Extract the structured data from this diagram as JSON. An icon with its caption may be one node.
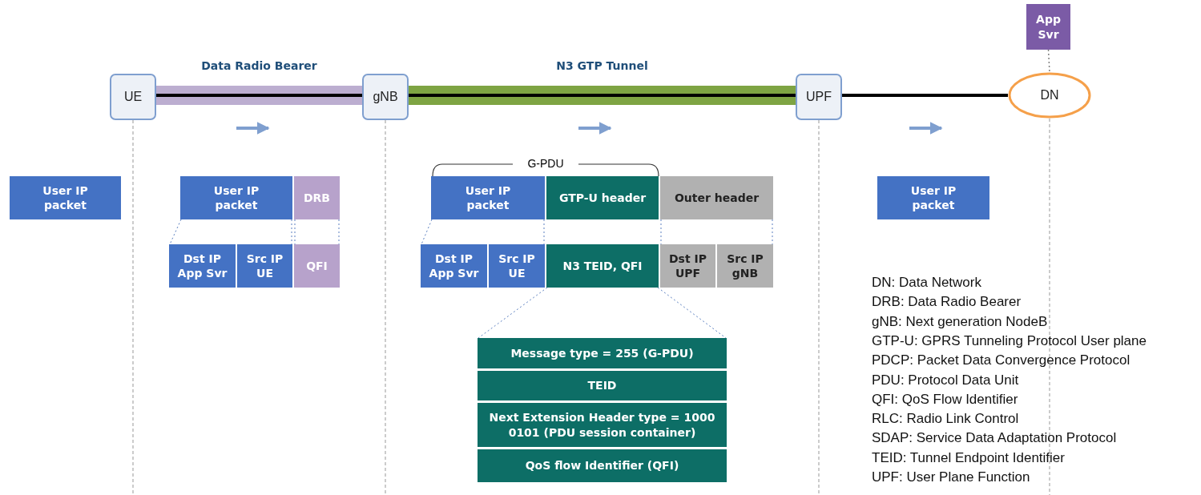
{
  "diagram": {
    "nodes": [
      {
        "text": [
          "UE"
        ]
      },
      {
        "text": [
          "gNB"
        ]
      },
      {
        "text": [
          "UPF"
        ]
      },
      {
        "text": [
          "DN"
        ]
      },
      {
        "text": [
          "App Svr"
        ]
      },
      {
        "text": [
          "User IP packet"
        ]
      },
      {
        "text": [
          "User IP packet"
        ]
      },
      {
        "text": [
          "DRB"
        ]
      },
      {
        "text": [
          "Dst IP App Svr"
        ]
      },
      {
        "text": [
          "Src IP UE"
        ]
      },
      {
        "text": [
          "QFI"
        ]
      },
      {
        "text": [
          "User IP packet"
        ]
      },
      {
        "text": [
          "GTP-U header"
        ]
      },
      {
        "text": [
          "Outer header"
        ]
      },
      {
        "text": [
          "Dst IP App Svr"
        ]
      },
      {
        "text": [
          "Src IP UE"
        ]
      },
      {
        "text": [
          "N3 TEID, QFI"
        ]
      },
      {
        "text": [
          "Dst IP UPF"
        ]
      },
      {
        "text": [
          "Src IP gNB"
        ]
      },
      {
        "text": [
          "Message type = 255 (G-PDU)"
        ]
      },
      {
        "text": [
          "TEID"
        ]
      },
      {
        "text": [
          "Next Extension Header type = 1000 0101 (PDU session container)"
        ]
      },
      {
        "text": [
          "QoS flow Identifier (QFI)"
        ]
      },
      {
        "text": [
          "User IP packet"
        ]
      }
    ],
    "edges": [
      {
        "from": 0,
        "to": 1,
        "arrow": "none",
        "label": "Data Radio Bearer",
        "style": "thick",
        "color": "#000000"
      },
      {
        "from": 1,
        "to": 2,
        "arrow": "none",
        "label": "N3 GTP Tunnel",
        "style": "thick",
        "color": "#000000"
      },
      {
        "from": 2,
        "to": 3,
        "arrow": "none",
        "style": "thick",
        "color": "#000000"
      },
      {
        "from": 4,
        "to": 3,
        "arrow": "none",
        "style": "dashed",
        "color": "#808080"
      },
      {
        "from": 6,
        "to": 8,
        "arrow": "none",
        "style": "dashed",
        "color": "#5b7fc0"
      },
      {
        "from": 6,
        "to": 9,
        "arrow": "none",
        "style": "dashed",
        "color": "#5b7fc0"
      },
      {
        "from": 7,
        "to": 10,
        "arrow": "none",
        "style": "dashed",
        "color": "#5b7fc0"
      },
      {
        "from": 7,
        "to": 10,
        "arrow": "none",
        "style": "dashed",
        "color": "#5b7fc0"
      },
      {
        "from": 11,
        "to": 14,
        "arrow": "none",
        "style": "dashed",
        "color": "#5b7fc0"
      },
      {
        "from": 11,
        "to": 15,
        "arrow": "none",
        "style": "dashed",
        "color": "#5b7fc0"
      },
      {
        "from": 13,
        "to": 17,
        "arrow": "none",
        "style": "dashed",
        "color": "#5b7fc0"
      },
      {
        "from": 13,
        "to": 18,
        "arrow": "none",
        "style": "dashed",
        "color": "#5b7fc0"
      },
      {
        "from": 16,
        "to": 19,
        "arrow": "none",
        "style": "dashed",
        "color": "#5b7fc0"
      },
      {
        "from": 16,
        "to": 19,
        "arrow": "none",
        "style": "dashed",
        "color": "#5b7fc0"
      }
    ],
    "labels": [
      "G-PDU",
      "DN: Data Network",
      "DRB: Data Radio Bearer",
      "gNB: Next generation NodeB",
      "GTP-U: GPRS Tunneling Protocol User plane",
      "PDCP: Packet Data Convergence Protocol",
      "PDU: Protocol Data Unit",
      "QFI: QoS Flow Identifier",
      "RLC: Radio Link Control",
      "SDAP: Service Data Adaptation Protocol",
      "TEID: Tunnel Endpoint Identifier",
      "UPF: User Plane Function"
    ]
  }
}
